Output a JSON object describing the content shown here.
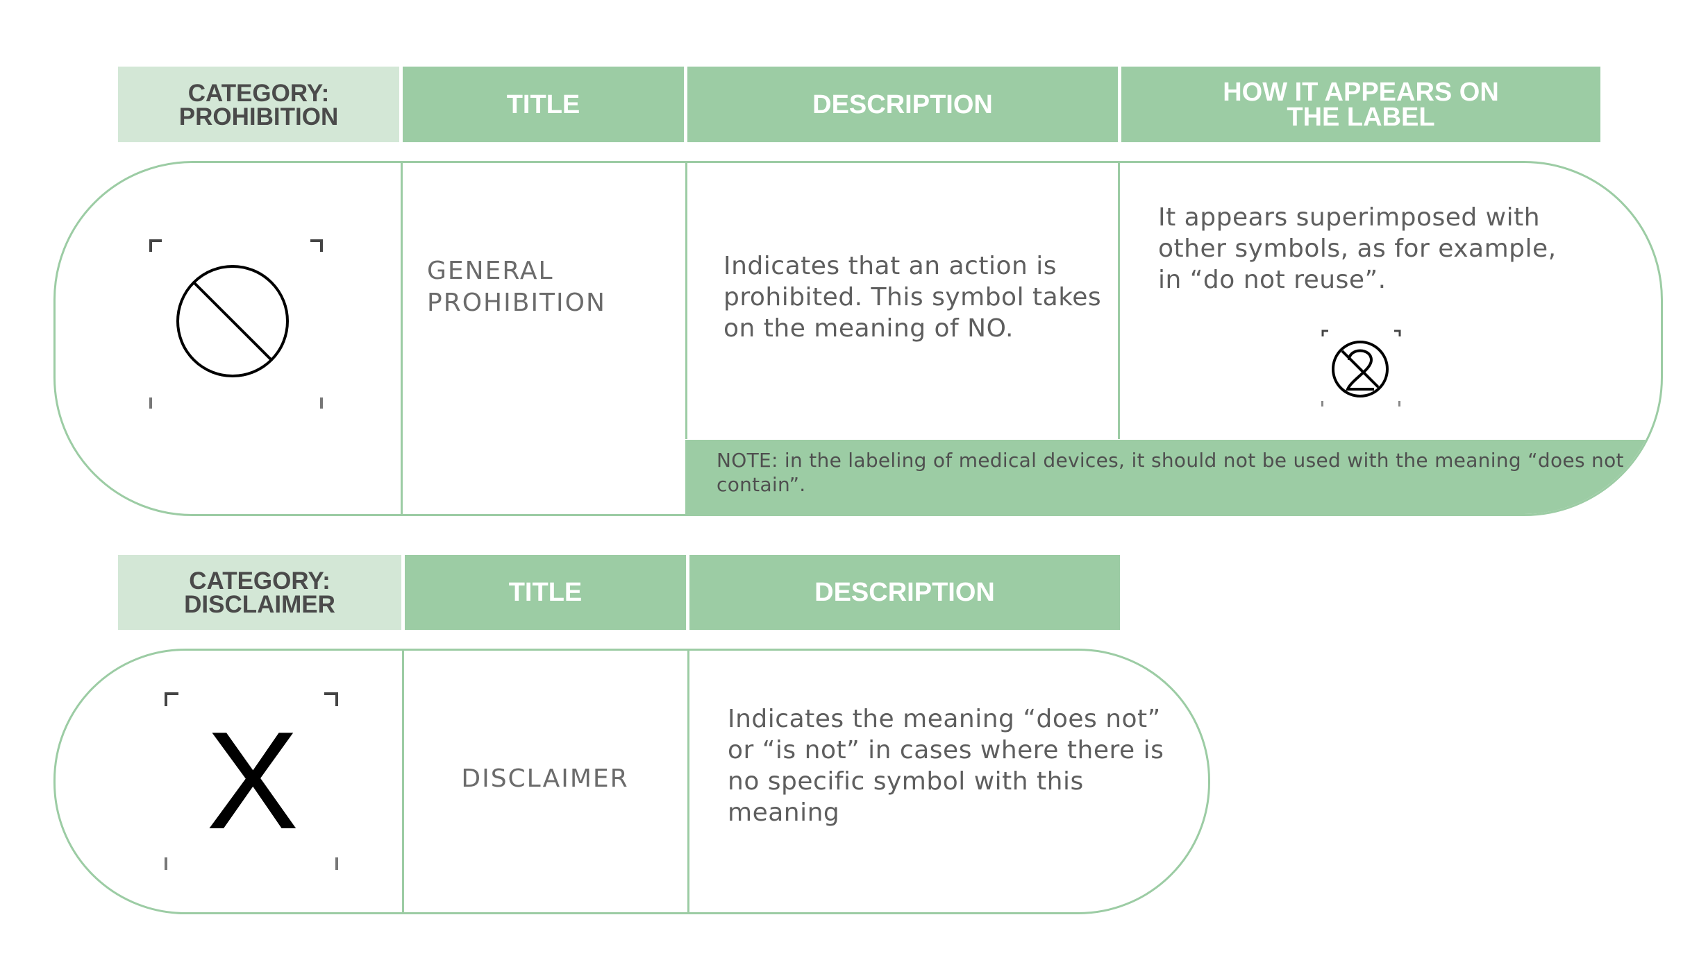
{
  "tables": [
    {
      "category": "CATEGORY:\nPROHIBITION",
      "headers": {
        "title": "TITLE",
        "description": "DESCRIPTION",
        "appears": "HOW IT APPEARS ON\nTHE LABEL"
      },
      "symbol_icon": "prohibition-circle-icon",
      "title": "GENERAL\nPROHIBITION",
      "description": "Indicates that an action is\nprohibited. This symbol takes\non the meaning of NO.",
      "appears_text": "It appears superimposed with\nother symbols, as for example,\nin “do not reuse”.",
      "appears_icon": "do-not-reuse-icon",
      "note": "NOTE: in the labeling of medical devices, it should not be used with the meaning “does not contain”."
    },
    {
      "category": "CATEGORY:\nDISCLAIMER",
      "headers": {
        "title": "TITLE",
        "description": "DESCRIPTION"
      },
      "symbol_text": "X",
      "title": "DISCLAIMER",
      "description": "Indicates the meaning “does not”\nor “is not” in cases where there is\nno specific symbol with this\nmeaning"
    }
  ],
  "colors": {
    "green": "#9ccca4",
    "light_green": "#d3e7d6",
    "text": "#5c5c5c"
  }
}
